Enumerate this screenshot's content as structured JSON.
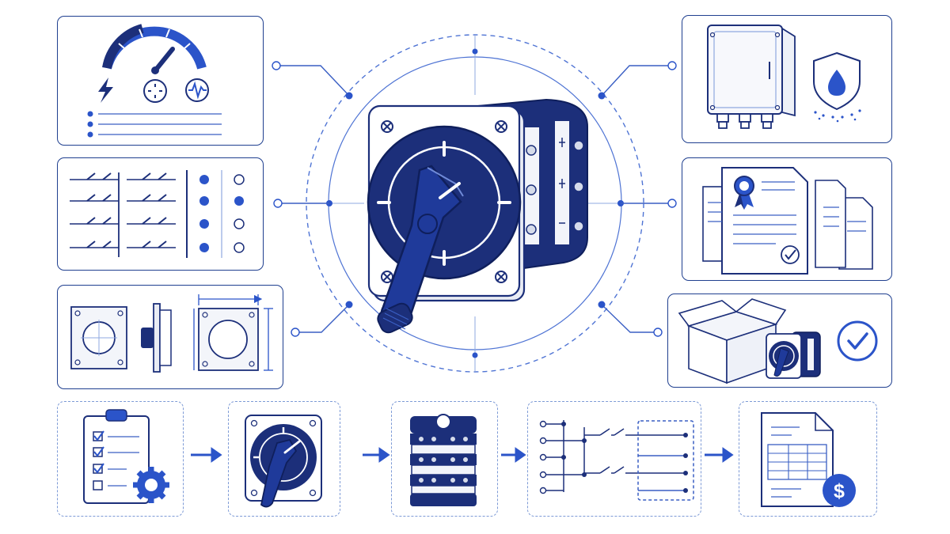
{
  "colors": {
    "navy": "#1c2f7a",
    "blue": "#2b54c9",
    "outline": "#1f3f8f",
    "light_blue": "#8fa8e0",
    "dashed": "#7d9ad6",
    "background": "#ffffff"
  },
  "hub": {
    "icon": "rotary-cam-switch-icon",
    "parts": [
      "mounting-plate-icon",
      "selector-handle-icon",
      "contact-deck-icon"
    ]
  },
  "left_panels": [
    {
      "name": "electrical-ratings-panel",
      "icons": [
        "speed-gauge-icon",
        "lightning-bolt-icon",
        "frequency-icon",
        "waveform-icon",
        "bullet-list-icon"
      ]
    },
    {
      "name": "switching-diagram-panel",
      "icons": [
        "contact-symbol-icon",
        "position-dot-icon"
      ]
    },
    {
      "name": "mounting-dimensions-panel",
      "icons": [
        "front-plate-icon",
        "side-profile-icon",
        "dimension-drawing-icon"
      ]
    }
  ],
  "right_panels": [
    {
      "name": "enclosure-protection-panel",
      "icons": [
        "enclosure-box-icon",
        "water-shield-icon"
      ]
    },
    {
      "name": "certification-documents-panel",
      "icons": [
        "certificate-document-icon",
        "award-ribbon-icon",
        "checkmark-icon"
      ]
    },
    {
      "name": "packaging-delivery-panel",
      "icons": [
        "open-box-icon",
        "switch-thumbnail-icon",
        "check-circle-icon"
      ]
    }
  ],
  "workflow_steps": [
    {
      "name": "requirements-checklist-step",
      "icon": "checklist-gear-icon"
    },
    {
      "name": "handle-selection-step",
      "icon": "switch-front-icon"
    },
    {
      "name": "contact-stack-step",
      "icon": "contact-stack-icon"
    },
    {
      "name": "wiring-diagram-step",
      "icon": "wiring-diagram-icon"
    },
    {
      "name": "quotation-step",
      "icon": "quote-document-icon"
    }
  ],
  "quote_symbol": "$"
}
